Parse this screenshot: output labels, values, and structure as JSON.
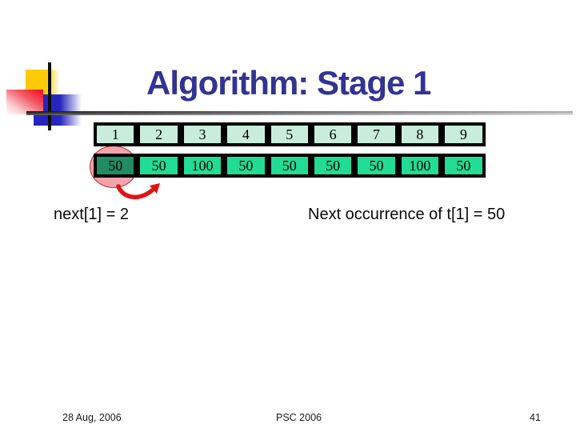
{
  "slide": {
    "title": "Algorithm: Stage 1",
    "title_color": "#333392",
    "background_color": "#FFFFFF"
  },
  "table": {
    "index_row": [
      "1",
      "2",
      "3",
      "4",
      "5",
      "6",
      "7",
      "8",
      "9"
    ],
    "value_row": [
      "50",
      "50",
      "100",
      "50",
      "50",
      "50",
      "50",
      "100",
      "50"
    ],
    "index_row_fill": "#C9EDDC",
    "value_row_fill": "#22DB94",
    "border_color": "#000000",
    "highlighted_value_index": 0
  },
  "annotations": {
    "left_caption": "next[1] = 2",
    "right_caption": "Next occurrence of t[1] = 50",
    "circle_fill_color": "#F29EA8",
    "circle_border_color": "#C0293A",
    "arrow_color": "#E01414"
  },
  "decoration": {
    "yellow_square": "#FFCA08",
    "red_square": "#EE1B2E",
    "blue_square": "#2626BE",
    "underline_dark": "#141414",
    "underline_light": "#D8D8D8"
  },
  "footer": {
    "date": "28 Aug, 2006",
    "event": "PSC 2006",
    "page_number": "41"
  }
}
